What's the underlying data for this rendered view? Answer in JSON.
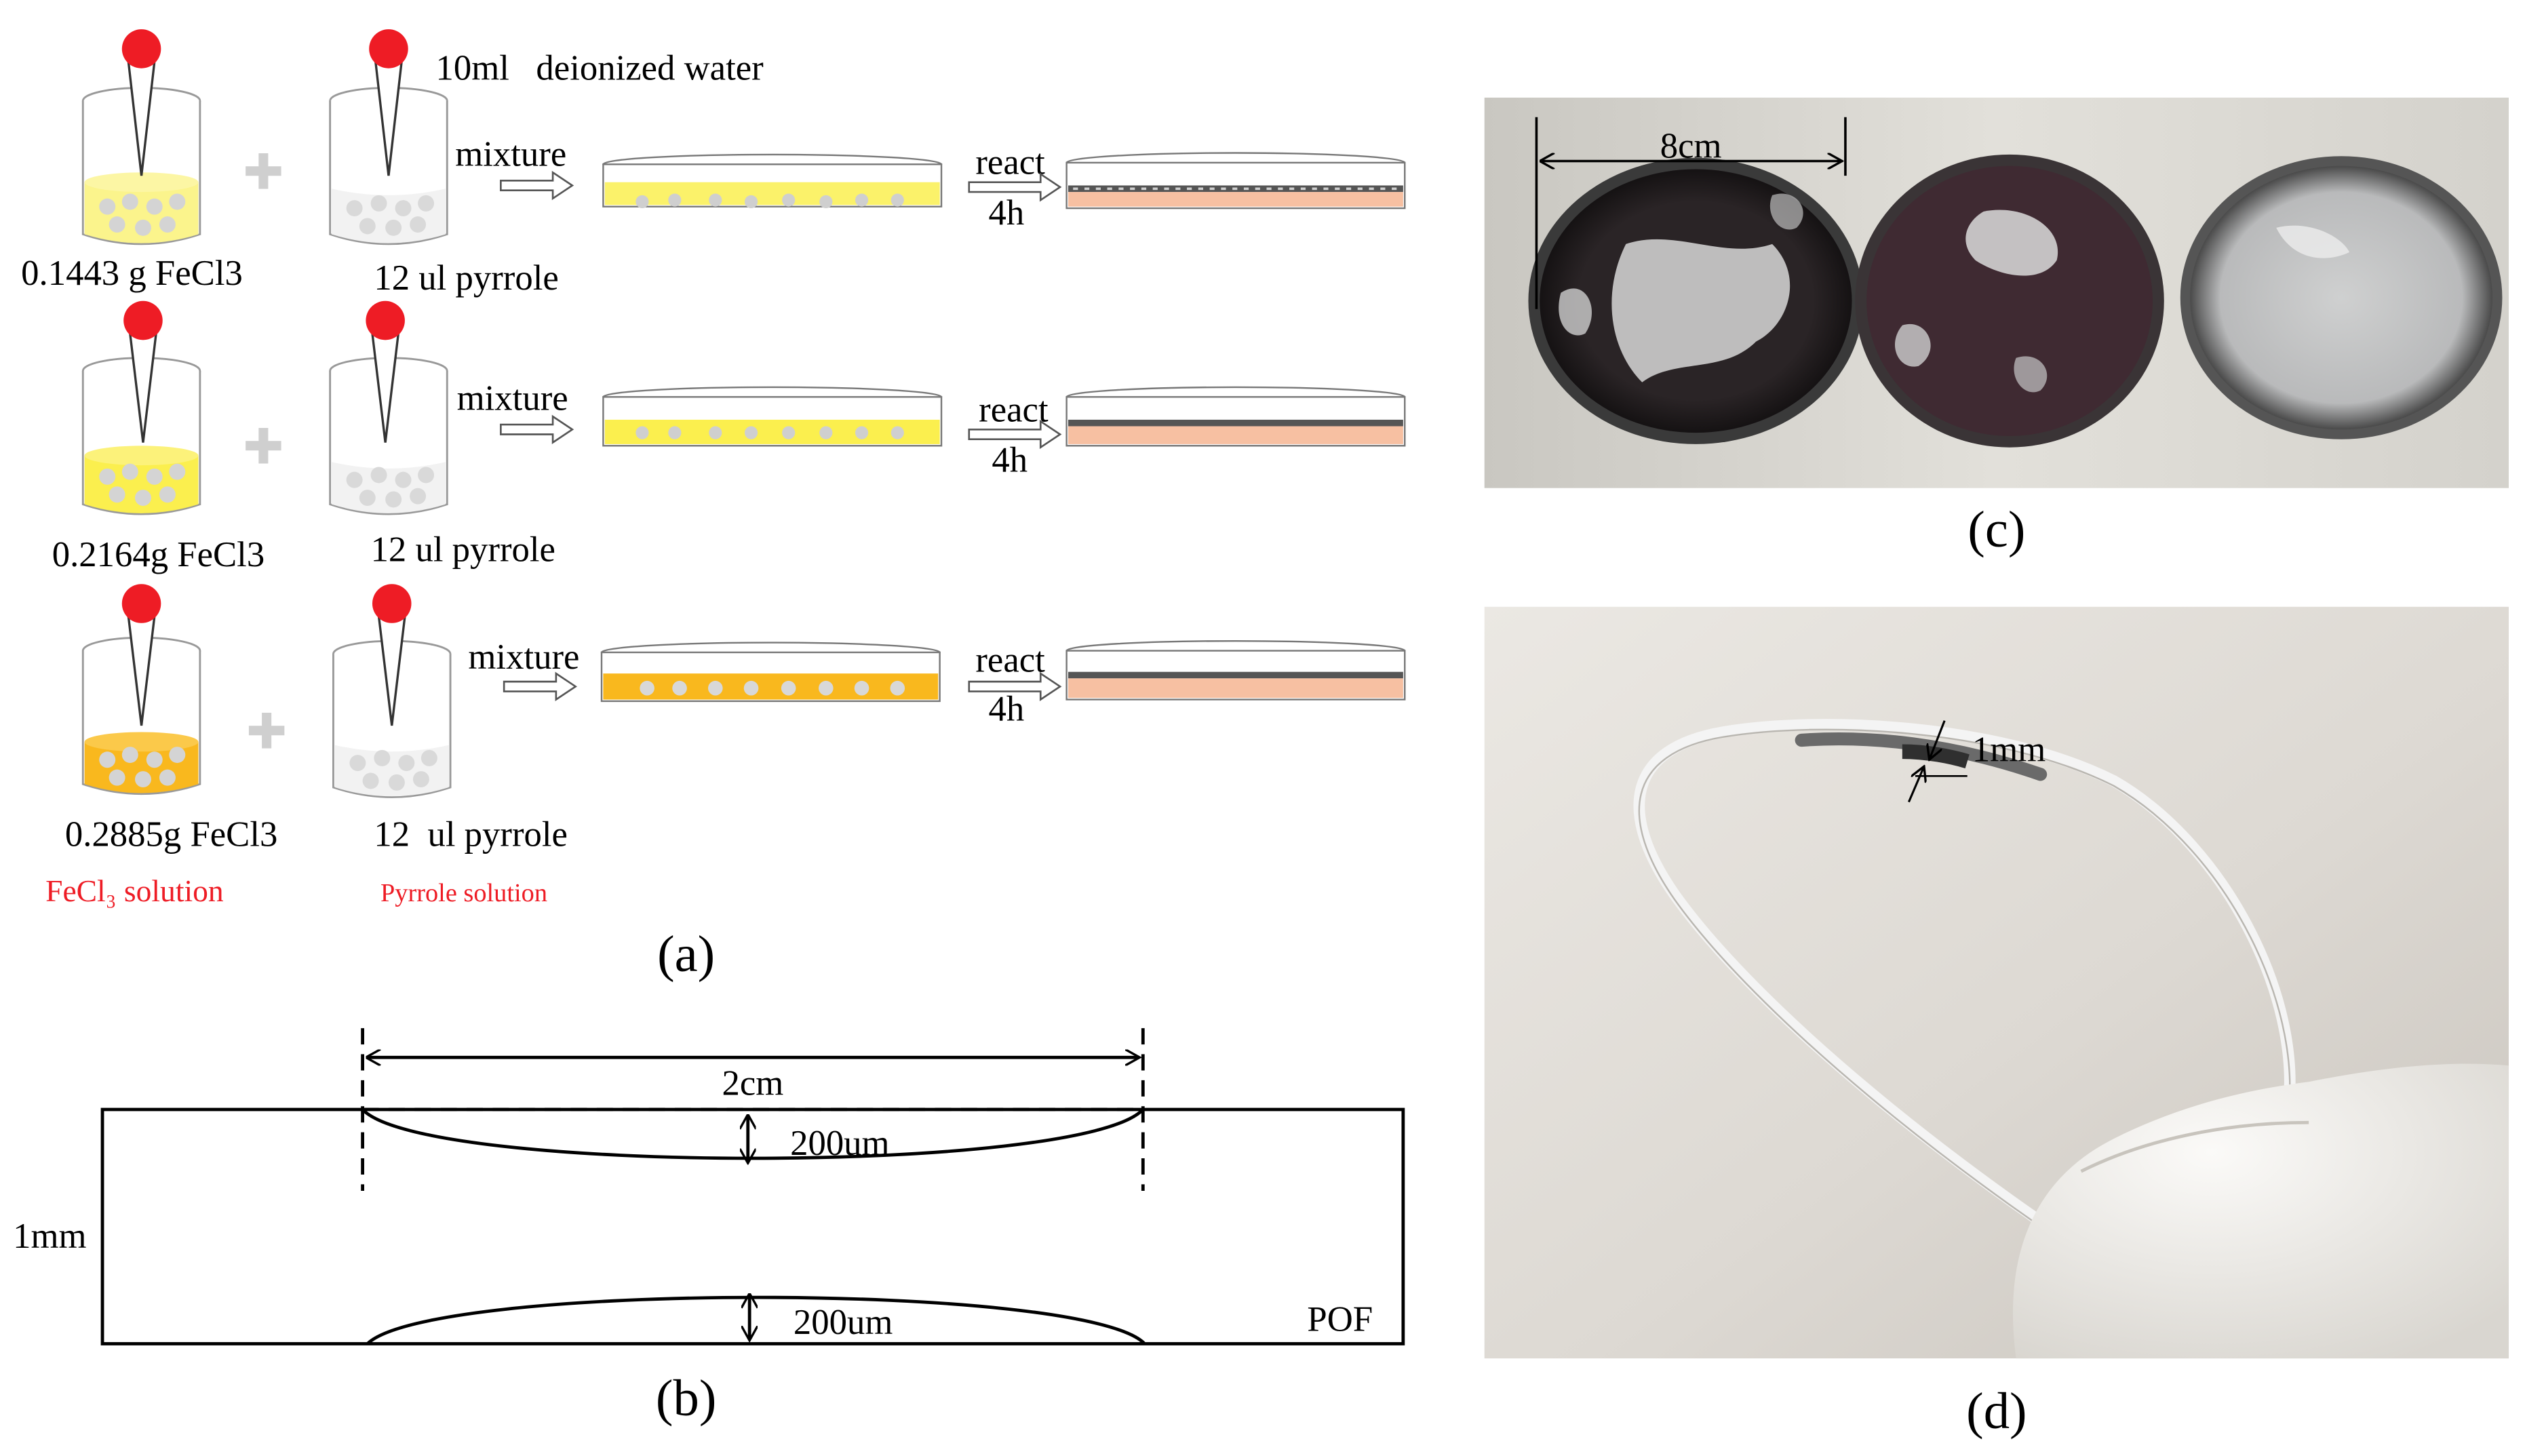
{
  "colors": {
    "dropper_red": "#ee1c25",
    "fecl3_light": "#fbf48c",
    "fecl3_medium": "#fbef4e",
    "fecl3_dark": "#f9b81e",
    "dish_solution": "#fbf26a",
    "dish_solution_dark": "#f9b81e",
    "product_orange": "#f7c0a2",
    "product_film": "#555555",
    "particle": "#d4d4d4",
    "red_label": "#ee1c25"
  },
  "panel_a": {
    "top_note": "10ml   deionized water",
    "rows": [
      {
        "fecl3_label": "0.1443 g FeCl3",
        "pyrrole_label": "12 ul pyrrole",
        "mixture_label": "mixture",
        "react_label": "react",
        "time_label": "4h"
      },
      {
        "fecl3_label": "0.2164g FeCl3",
        "pyrrole_label": "12 ul pyrrole",
        "mixture_label": "mixture",
        "react_label": "react",
        "time_label": "4h"
      },
      {
        "fecl3_label": "0.2885g FeCl3",
        "pyrrole_label": "12  ul pyrrole",
        "mixture_label": "mixture",
        "react_label": "react",
        "time_label": "4h"
      }
    ],
    "legend_fecl3": "FeCl₃ solution",
    "legend_pyrrole": "Pyrrole solution",
    "caption": "(a)"
  },
  "panel_b": {
    "width_label": "2cm",
    "top_depth_label": "200um",
    "bottom_depth_label": "200um",
    "height_label": "1mm",
    "fiber_label": "POF",
    "caption": "(b)"
  },
  "panel_c": {
    "scale_label": "8cm",
    "caption": "(c)"
  },
  "panel_d": {
    "scale_label": "1mm",
    "caption": "(d)"
  }
}
